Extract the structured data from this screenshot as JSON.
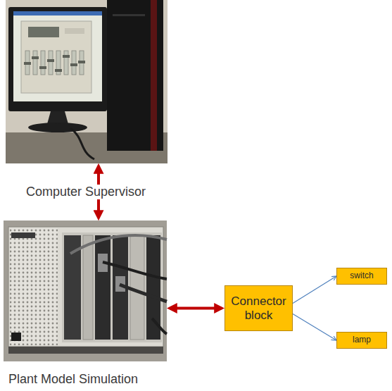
{
  "diagram": {
    "nodes": [
      {
        "text": [
          "Computer Supervisor"
        ]
      },
      {
        "text": [
          "Plant Model Simulation"
        ]
      },
      {
        "text": [
          "Connector block"
        ]
      },
      {
        "text": [
          "switch"
        ]
      },
      {
        "text": [
          "lamp"
        ]
      }
    ],
    "edges": [
      {
        "from": 0,
        "to": 1,
        "arrow": "both"
      },
      {
        "from": 1,
        "to": 2,
        "arrow": "both"
      },
      {
        "from": 2,
        "to": 3,
        "arrow": "to"
      },
      {
        "from": 2,
        "to": 4,
        "arrow": "to"
      }
    ]
  }
}
